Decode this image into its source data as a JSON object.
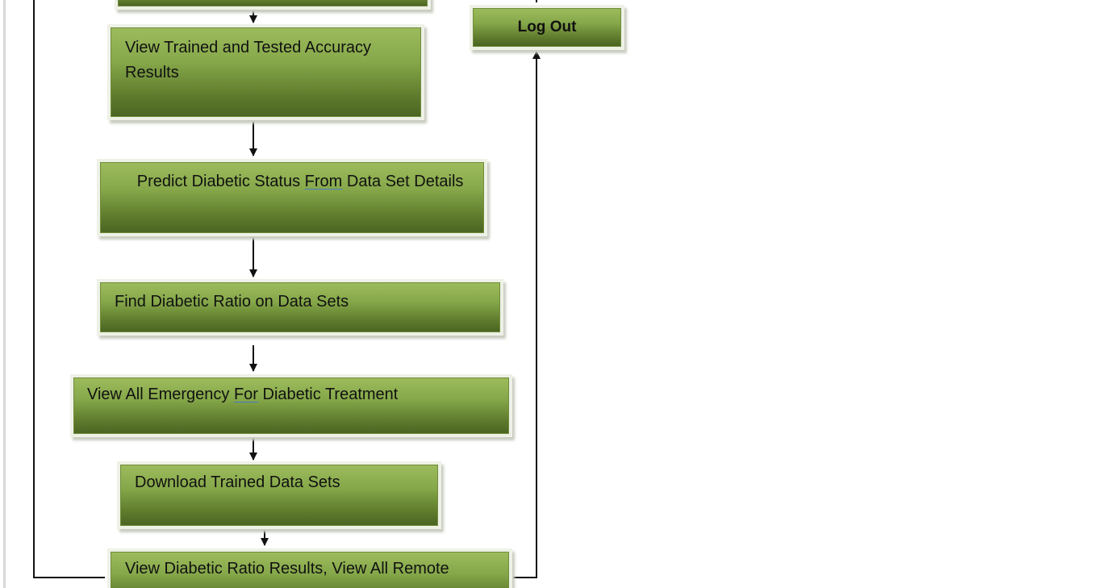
{
  "diagram": {
    "boxes": {
      "view_accuracy": "View Trained and Tested Accuracy Results",
      "predict_status_part1": "Predict Diabetic Status ",
      "predict_status_underlined": "From",
      "predict_status_part2": " Data Set Details",
      "find_ratio": "Find Diabetic Ratio on Data Sets",
      "emergency_part1": "View All Emergency ",
      "emergency_underlined": "For",
      "emergency_part2": " Diabetic Treatment",
      "download": "Download Trained Data Sets",
      "ratio_results": "View Diabetic Ratio Results, View All Remote",
      "logout": "Log Out"
    }
  },
  "colors": {
    "box_top": "#9cbb5c",
    "box_bottom": "#4b6522",
    "connector": "#111111",
    "spellcheck_underline": "#4a78c8"
  }
}
